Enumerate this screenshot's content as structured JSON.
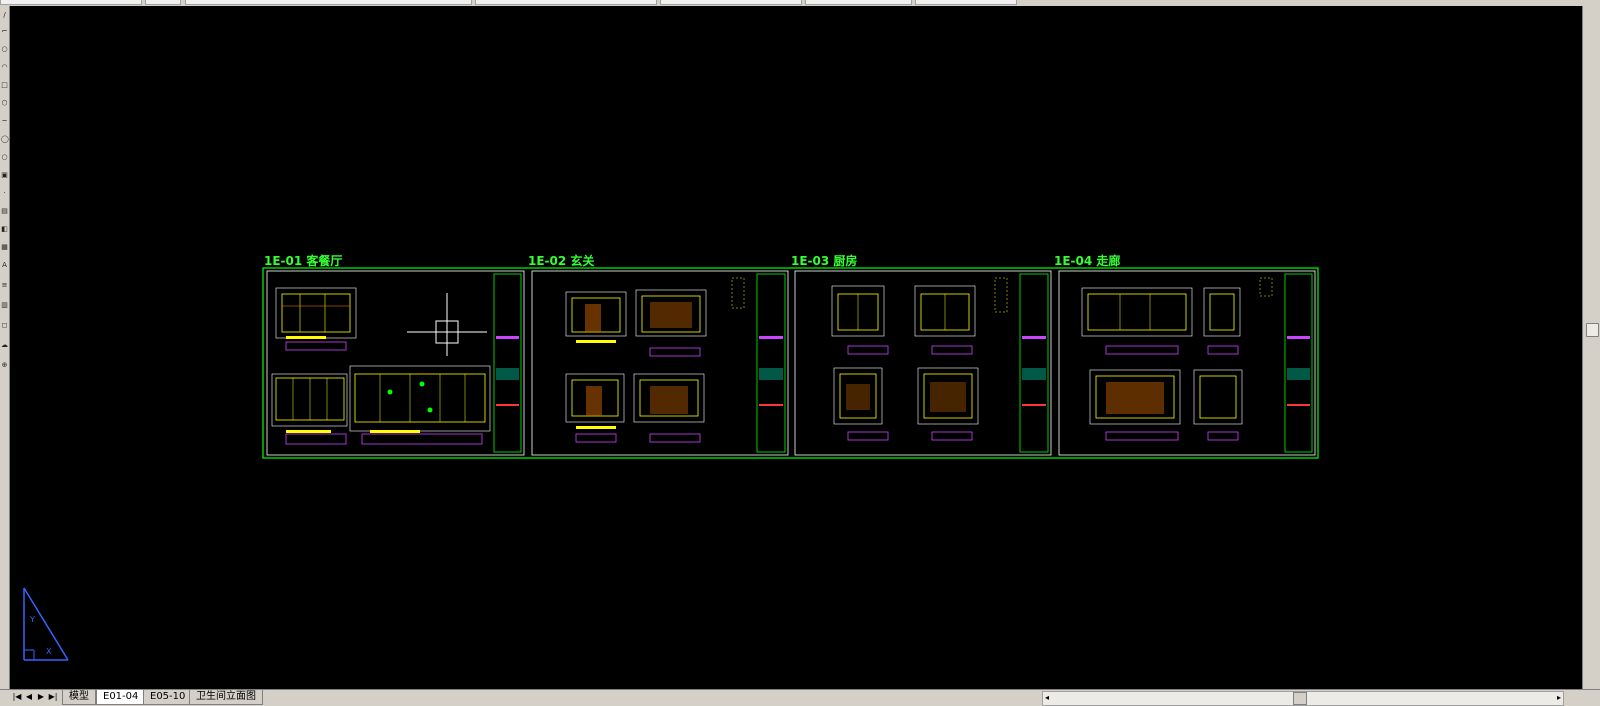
{
  "drawing": {
    "sheets": [
      {
        "title": "1E-01 客餐厅"
      },
      {
        "title": "1E-02 玄关"
      },
      {
        "title": "1E-03 厨房"
      },
      {
        "title": "1E-04 走廊"
      }
    ]
  },
  "layout_tabs": {
    "items": [
      {
        "label": "模型",
        "active": false
      },
      {
        "label": "E01-04",
        "active": true
      },
      {
        "label": "E05-10",
        "active": false
      },
      {
        "label": "卫生间立面图",
        "active": false
      }
    ]
  },
  "navigation": {
    "first": "|◀",
    "prev": "◀",
    "next": "▶",
    "last": "▶|"
  },
  "colors": {
    "canvas": "#000000",
    "frame": "#00ff00",
    "title": "#33ff33",
    "linework": "#ffff00",
    "detail": "#cc44ff",
    "accent": "#00ffcc",
    "crosshair": "#ffffff"
  },
  "icons": [
    "ucs-icon",
    "crosshair-cursor"
  ]
}
